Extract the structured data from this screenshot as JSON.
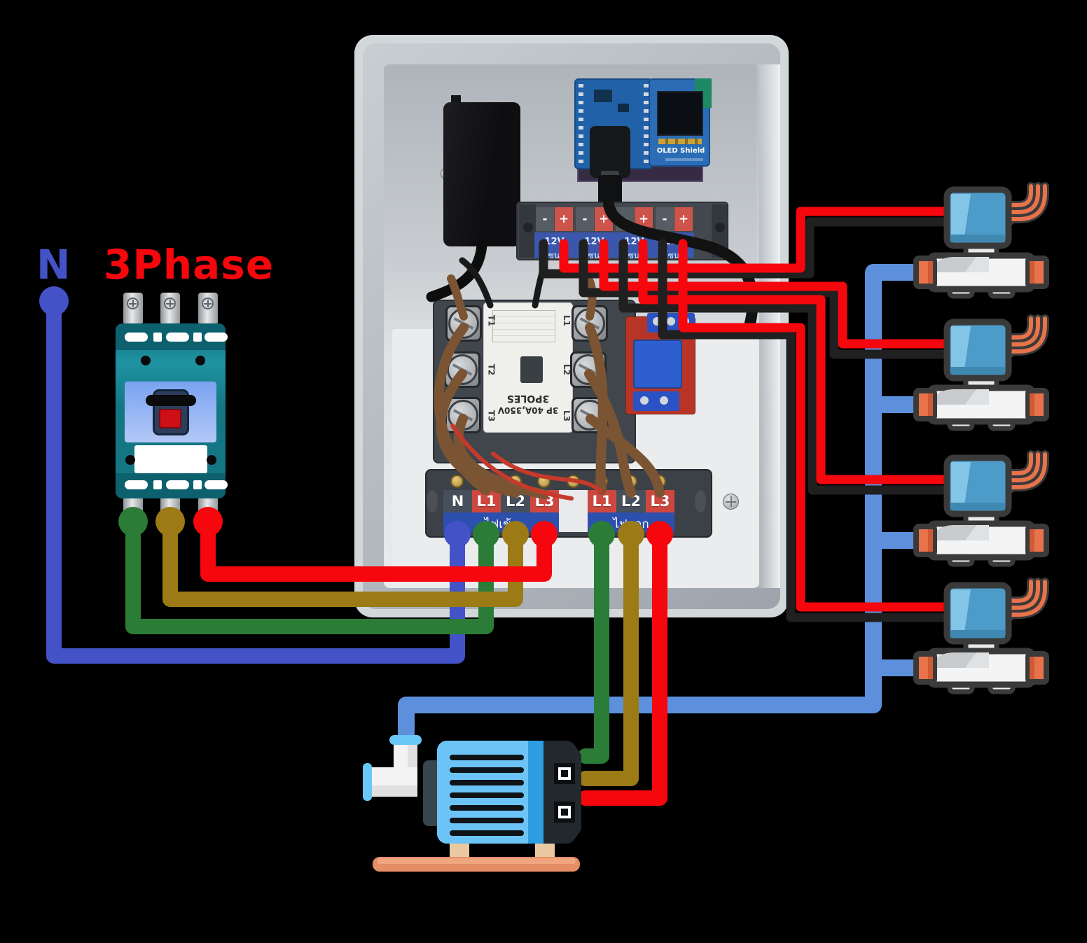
{
  "labels": {
    "neutral": "N",
    "three_phase": "3Phase"
  },
  "wire_colors": {
    "neutral": "#4352c6",
    "line_green": "#2b7c37",
    "line_olive": "#9c7b16",
    "line_red": "#f5070d",
    "dc_red": "#f5070d",
    "dc_black": "#202020",
    "water_pipe": "#5c90dc",
    "load_brown": "#7b5433"
  },
  "power_strip": {
    "zones": [
      {
        "minus": "-",
        "plus": "+",
        "volt": "12V",
        "zone": "โซน1"
      },
      {
        "minus": "-",
        "plus": "+",
        "volt": "12V",
        "zone": "โซน2"
      },
      {
        "minus": "-",
        "plus": "+",
        "volt": "12V",
        "zone": "โซน3"
      },
      {
        "minus": "-",
        "plus": "+",
        "volt": "12V",
        "zone": "โซน4"
      }
    ]
  },
  "controller": {
    "oled_label": "OLED Shield"
  },
  "contactor": {
    "line1": "3POLES",
    "line2": "3P 40A,350V",
    "left_terminals": [
      "T1",
      "T2",
      "T3"
    ],
    "right_terminals": [
      "L1",
      "L2",
      "L3"
    ]
  },
  "terminal_block": {
    "in_cells": [
      "N",
      "L1",
      "L2",
      "L3"
    ],
    "out_cells": [
      "L1",
      "L2",
      "L3"
    ],
    "in_label": "ไฟเข้า",
    "out_label": "ไฟออก"
  }
}
